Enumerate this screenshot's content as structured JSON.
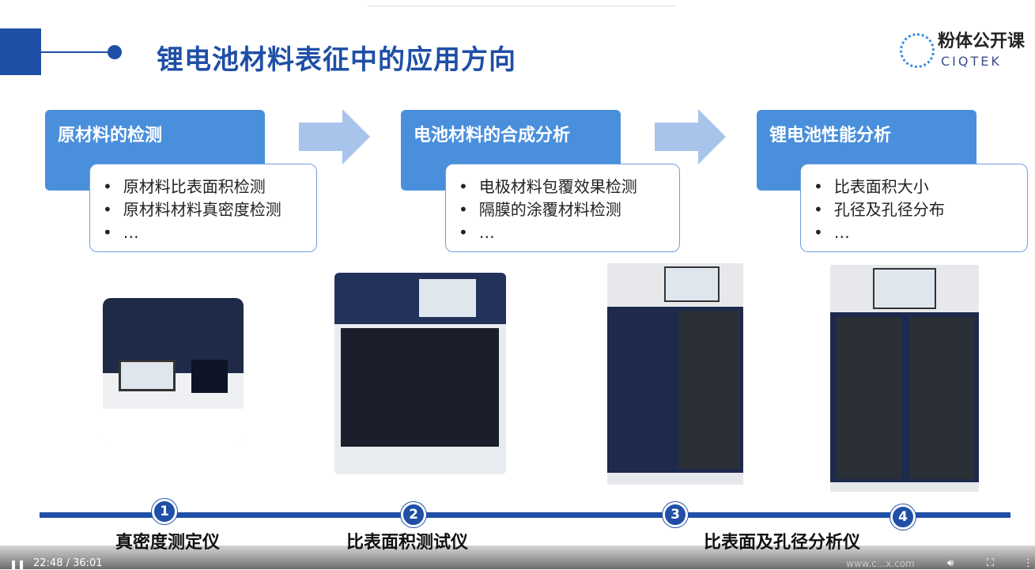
{
  "slide": {
    "title": "锂电池材料表征中的应用方向",
    "logo": {
      "cn": "粉体公开课",
      "en": "CIQTEK"
    },
    "stages": [
      {
        "header": "原材料的检测",
        "items": [
          "原材料比表面积检测",
          "原材料材料真密度检测",
          "…"
        ]
      },
      {
        "header": "电池材料的合成分析",
        "items": [
          "电极材料包覆效果检测",
          "隔膜的涂覆材料检测",
          "…"
        ]
      },
      {
        "header": "锂电池性能分析",
        "items": [
          "比表面积大小",
          "孔径及孔径分布",
          "…"
        ]
      }
    ],
    "timeline": {
      "numbers": [
        "1",
        "2",
        "3",
        "4"
      ],
      "labels": [
        "真密度测定仪",
        "比表面积测试仪",
        "比表面及孔径分析仪"
      ]
    }
  },
  "player": {
    "time": "22:48 / 36:01",
    "watermark": "www.c...x.com"
  },
  "colors": {
    "brand": "#1f4fa6",
    "header": "#4a8fdc"
  }
}
